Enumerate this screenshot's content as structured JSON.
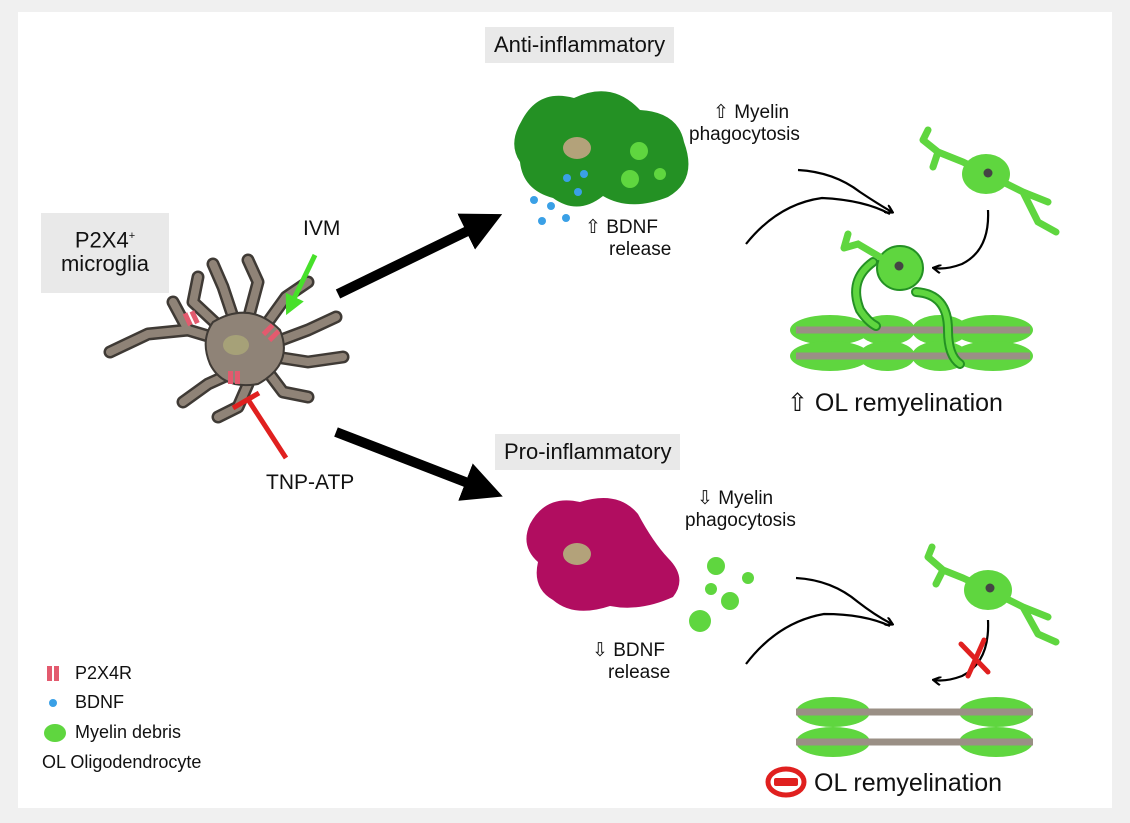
{
  "colors": {
    "microglia_body": "#8f8377",
    "microglia_outline": "#3f3a35",
    "nucleus": "#a6a178",
    "receptor": "#e35a6e",
    "anti_cell": "#249124",
    "anti_nucleus": "#b3a27a",
    "pro_cell": "#b10d60",
    "myelin_green": "#5fd63f",
    "bdnf_blue": "#3aa0e6",
    "axon_gray": "#9a8f85",
    "ol_nucleus": "#444444",
    "ivm_arrow": "#47e02a",
    "inhibit_red": "#e0201f",
    "main_arrow": "#000000",
    "panel_bg": "#e9e9e9"
  },
  "source": {
    "label_line1": "P2X4",
    "label_sup": "+",
    "label_line2": "microglia"
  },
  "drugs": {
    "activator": "IVM",
    "inhibitor": "TNP-ATP"
  },
  "anti": {
    "title": "Anti-inflammatory",
    "effect1_line1": "Myelin",
    "effect1_line2": "phagocytosis",
    "effect1_direction": "up",
    "effect2_line1": "BDNF",
    "effect2_line2": "release",
    "effect2_direction": "up",
    "outcome": "OL remyelination",
    "outcome_direction": "up"
  },
  "pro": {
    "title": "Pro-inflammatory",
    "effect1_line1": "Myelin",
    "effect1_line2": "phagocytosis",
    "effect1_direction": "down",
    "effect2_line1": "BDNF",
    "effect2_line2": "release",
    "effect2_direction": "down",
    "outcome": "OL remyelination",
    "outcome_direction": "blocked"
  },
  "glyphs": {
    "up_arrow": "⇧",
    "down_arrow": "⇩"
  },
  "legend": {
    "items": [
      {
        "symbol": "receptor-bars",
        "label": "P2X4R"
      },
      {
        "symbol": "blue-dot",
        "label": "BDNF"
      },
      {
        "symbol": "green-dot",
        "label": "Myelin debris"
      },
      {
        "symbol": "text",
        "abbr": "OL",
        "label": "Oligodendrocyte"
      }
    ]
  }
}
